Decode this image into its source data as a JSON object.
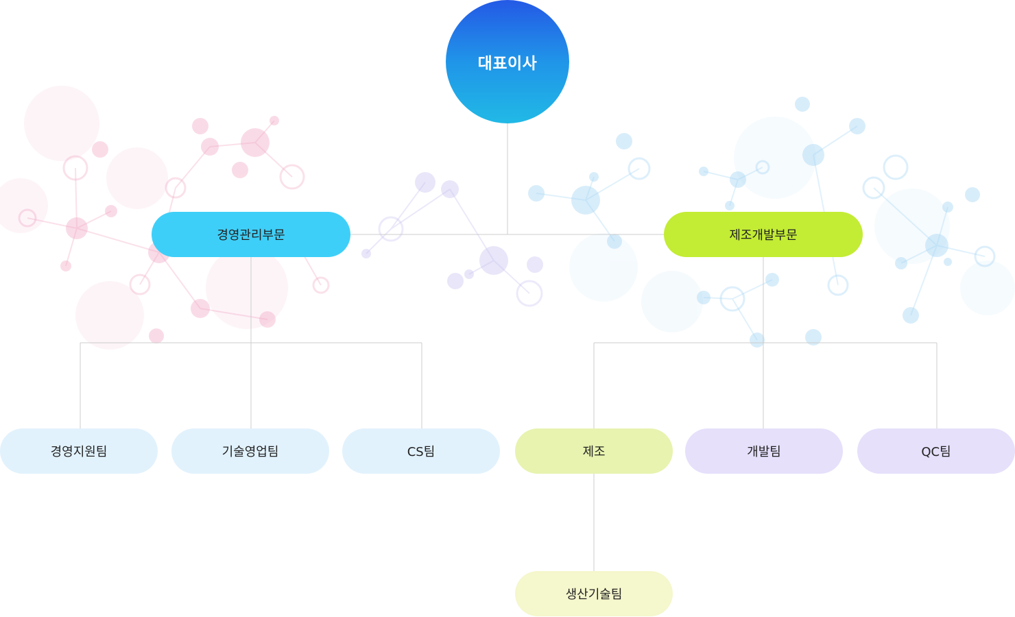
{
  "ceo": {
    "label": "대표이사"
  },
  "divisions": [
    {
      "label": "경영관리부문"
    },
    {
      "label": "제조개발부문"
    }
  ],
  "teams": [
    {
      "label": "경영지원팀"
    },
    {
      "label": "기술영업팀"
    },
    {
      "label": "CS팀"
    },
    {
      "label": "제조"
    },
    {
      "label": "개발팀"
    },
    {
      "label": "QC팀"
    },
    {
      "label": "생산기술팀"
    }
  ],
  "colors": {
    "ceo_gradient_top": "#2459e6",
    "ceo_gradient_bottom": "#21b9e6",
    "division_management": "#3ecff8",
    "division_manufacturing": "#c3ec34",
    "team_blue": "#e2f2fd",
    "team_green": "#e7f3af",
    "team_purple": "#e6e0fb",
    "team_yellow": "#f5f7cc",
    "connector": "#cccccc",
    "network_pink": "#f2a8c4",
    "network_lavender": "#c8c2f0",
    "network_blue": "#a9d8f5"
  }
}
